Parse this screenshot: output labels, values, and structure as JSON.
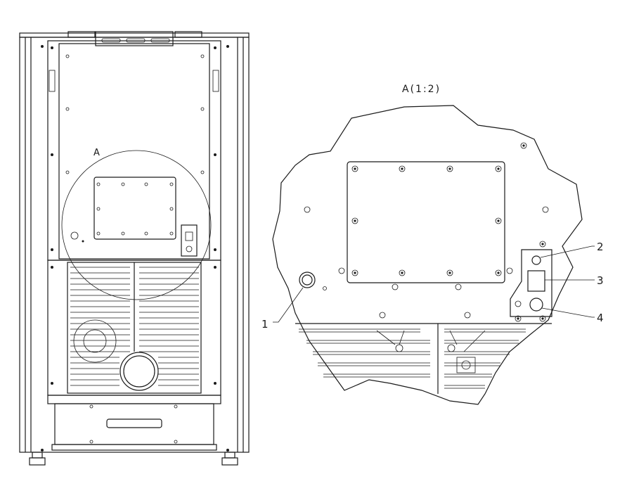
{
  "drawing": {
    "detail_marker": "A",
    "detail_title": "A(1:2)",
    "callouts": [
      {
        "id": "1",
        "label": "1"
      },
      {
        "id": "2",
        "label": "2"
      },
      {
        "id": "3",
        "label": "3"
      },
      {
        "id": "4",
        "label": "4"
      }
    ]
  }
}
